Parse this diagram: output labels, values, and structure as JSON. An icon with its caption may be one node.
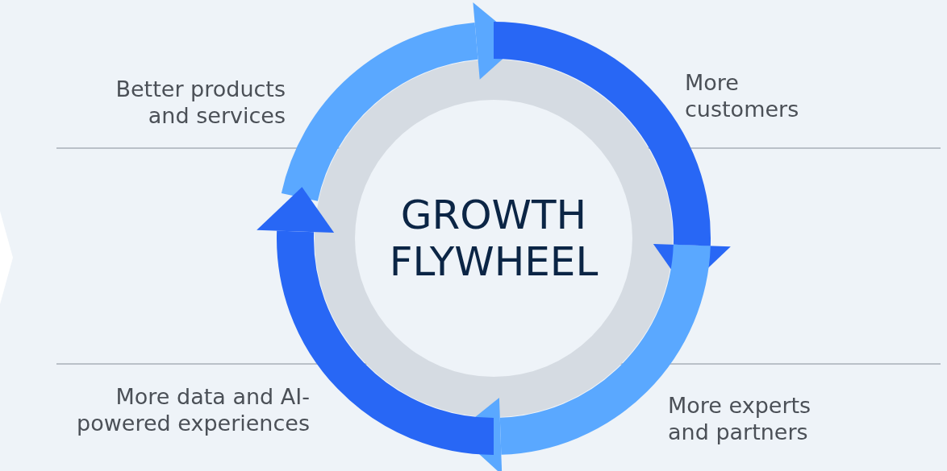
{
  "diagram": {
    "nodes": [
      {
        "text": [
          "GROWTH FLYWHEEL"
        ]
      },
      {
        "text": [],
        "shape": "chevron"
      }
    ],
    "labels": [
      "Better products and services",
      "More customers",
      "More experts and partners",
      "More data and AI-powered experiences"
    ]
  }
}
